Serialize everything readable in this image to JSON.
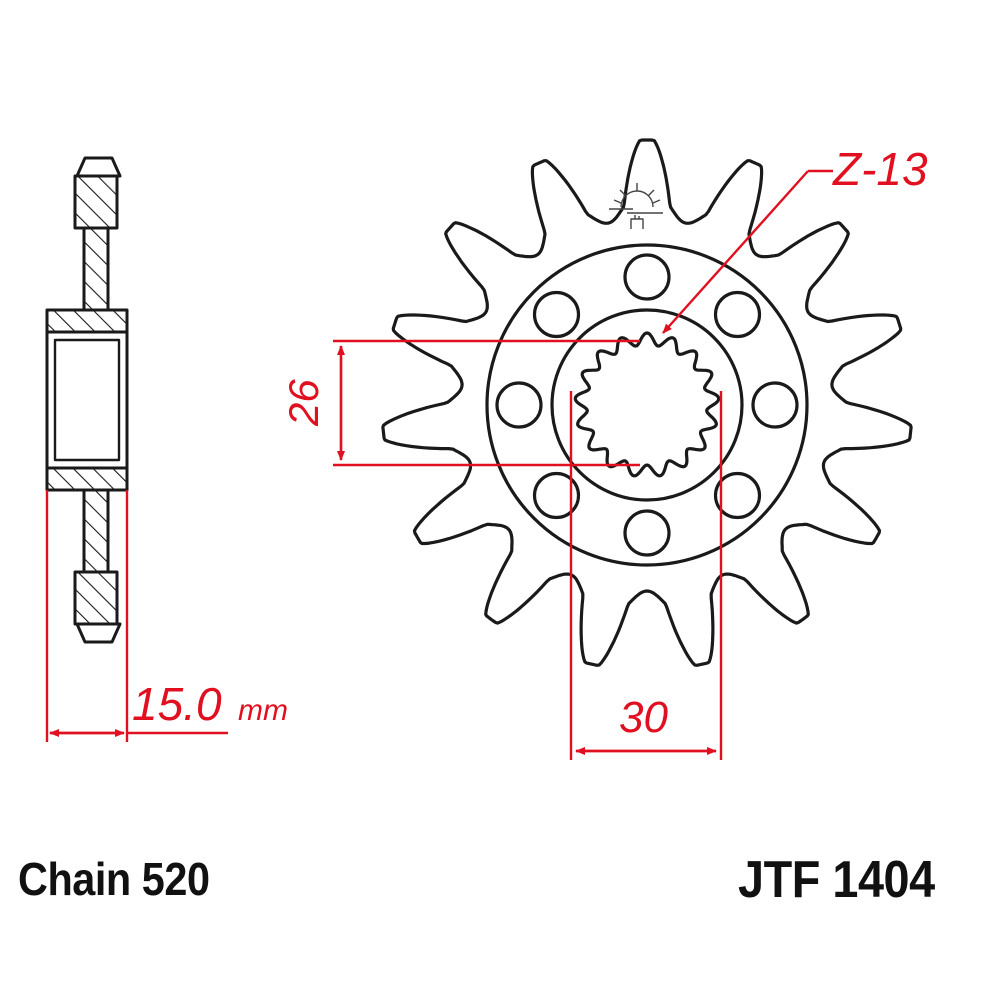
{
  "colors": {
    "line": "#1a1a1a",
    "dimension": "#e01020",
    "background": "#ffffff"
  },
  "side_view": {
    "width_label": "15.0",
    "width_unit": "mm"
  },
  "front_view": {
    "teeth_count_label": "Z-13",
    "outer_teeth_drawn": 15,
    "bolt_holes": 8,
    "spline_teeth_drawn": 17,
    "inner_diameter_label": "26",
    "outer_spline_label": "30",
    "logo_icon": "sunrise-logo-icon"
  },
  "footer": {
    "chain": "Chain 520",
    "part_number": "JTF 1404"
  }
}
